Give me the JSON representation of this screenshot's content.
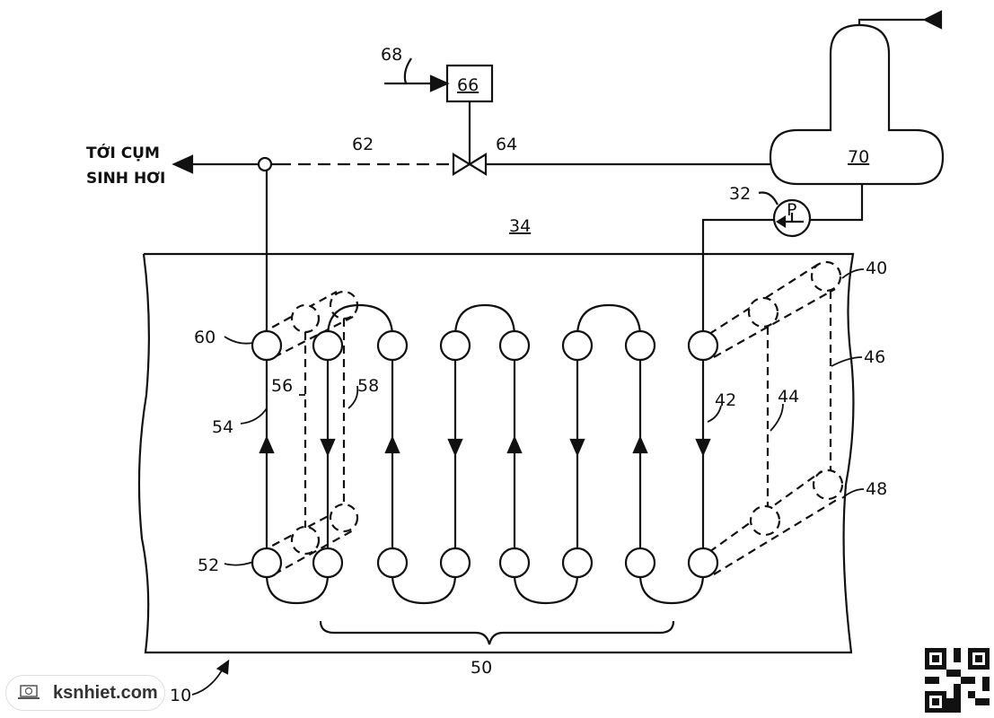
{
  "diagram": {
    "destination_label": [
      "TỚI CỤM",
      "SINH HƠI"
    ],
    "ref_labels": {
      "r68": "68",
      "r66": "66",
      "r62": "62",
      "r64": "64",
      "r70": "70",
      "r32": "32",
      "pump": "P",
      "r34": "34",
      "r40": "40",
      "r46": "46",
      "r42": "42",
      "r44": "44",
      "r48": "48",
      "r60": "60",
      "r56": "56",
      "r58": "58",
      "r54": "54",
      "r52": "52",
      "r50": "50",
      "r10": "10"
    }
  },
  "watermark": {
    "site": "ksnhiet.com",
    "icon": "laptop-globe-icon"
  },
  "qr_code": {
    "icon": "qr-code-icon"
  }
}
